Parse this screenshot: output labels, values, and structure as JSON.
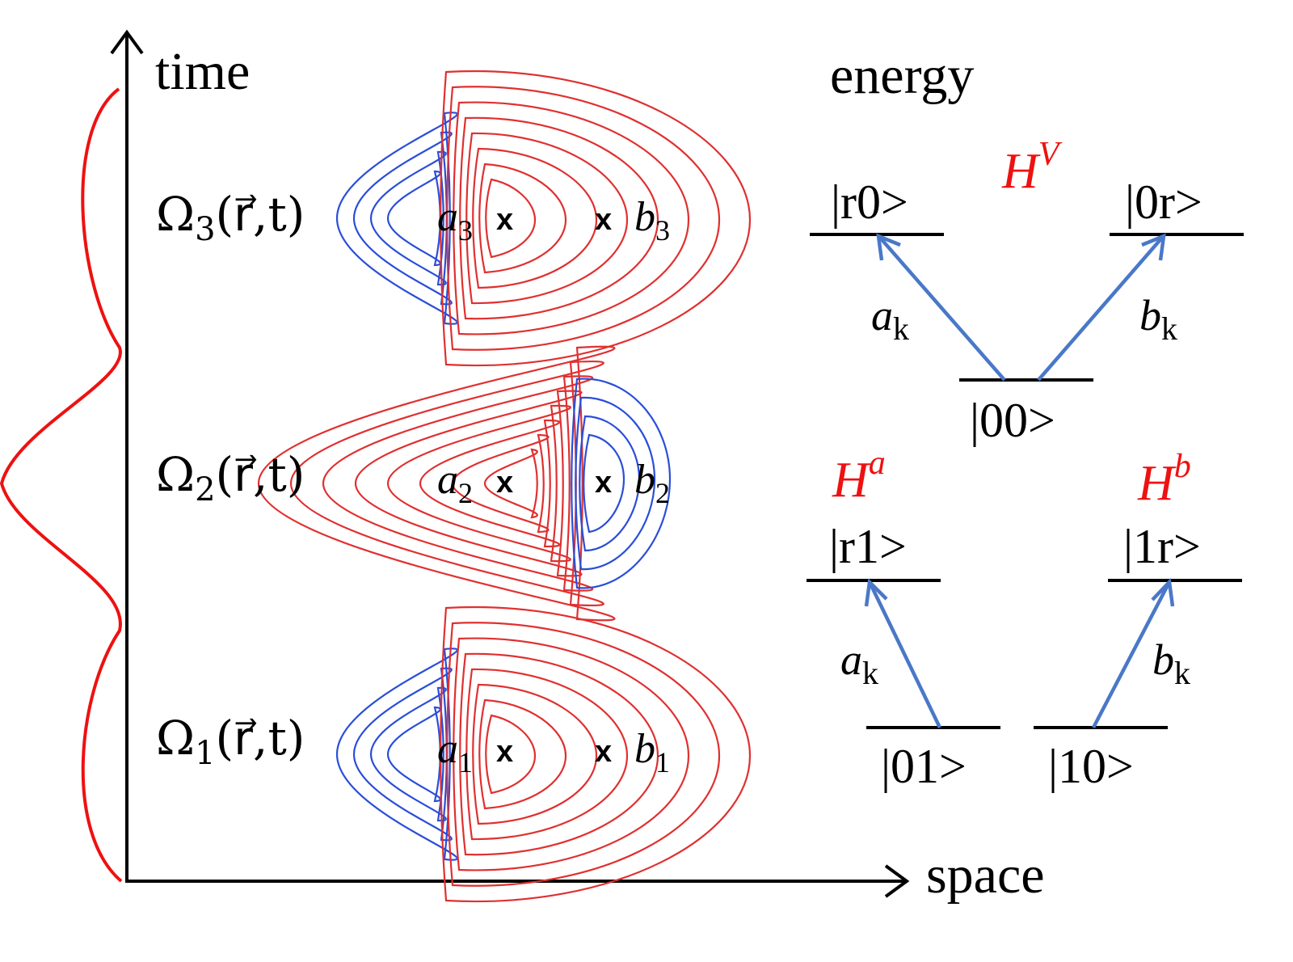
{
  "axes": {
    "time_label": "time",
    "space_label": "space",
    "energy_label": "energy"
  },
  "rows": [
    {
      "omega": "Ω",
      "omega_sub": "3",
      "omega_args": "(r⃗,t)",
      "left_site": "a",
      "left_sub": "3",
      "right_site": "b",
      "right_sub": "3",
      "cross": "x"
    },
    {
      "omega": "Ω",
      "omega_sub": "2",
      "omega_args": "(r⃗,t)",
      "left_site": "a",
      "left_sub": "2",
      "right_site": "b",
      "right_sub": "2",
      "cross": "x"
    },
    {
      "omega": "Ω",
      "omega_sub": "1",
      "omega_args": "(r⃗,t)",
      "left_site": "a",
      "left_sub": "1",
      "right_site": "b",
      "right_sub": "1",
      "cross": "x"
    }
  ],
  "hamiltonians": {
    "HV": {
      "base": "H",
      "sup": "V"
    },
    "Ha": {
      "base": "H",
      "sup": "a"
    },
    "Hb": {
      "base": "H",
      "sup": "b"
    }
  },
  "levels": {
    "r0": "|r0>",
    "zr": "|0r>",
    "zz": "|00>",
    "r1": "|r1>",
    "onr": "|1r>",
    "z1": "|01>",
    "oz": "|10>"
  },
  "couplings": {
    "a": {
      "base": "a",
      "sub": "k"
    },
    "b": {
      "base": "b",
      "sub": "k"
    }
  },
  "colors": {
    "positive_lobe": "#e03030",
    "negative_lobe": "#2a4ed8",
    "pulse": "#ee1111",
    "arrow": "#4a78c8",
    "hamiltonian_label": "#ee1111"
  }
}
